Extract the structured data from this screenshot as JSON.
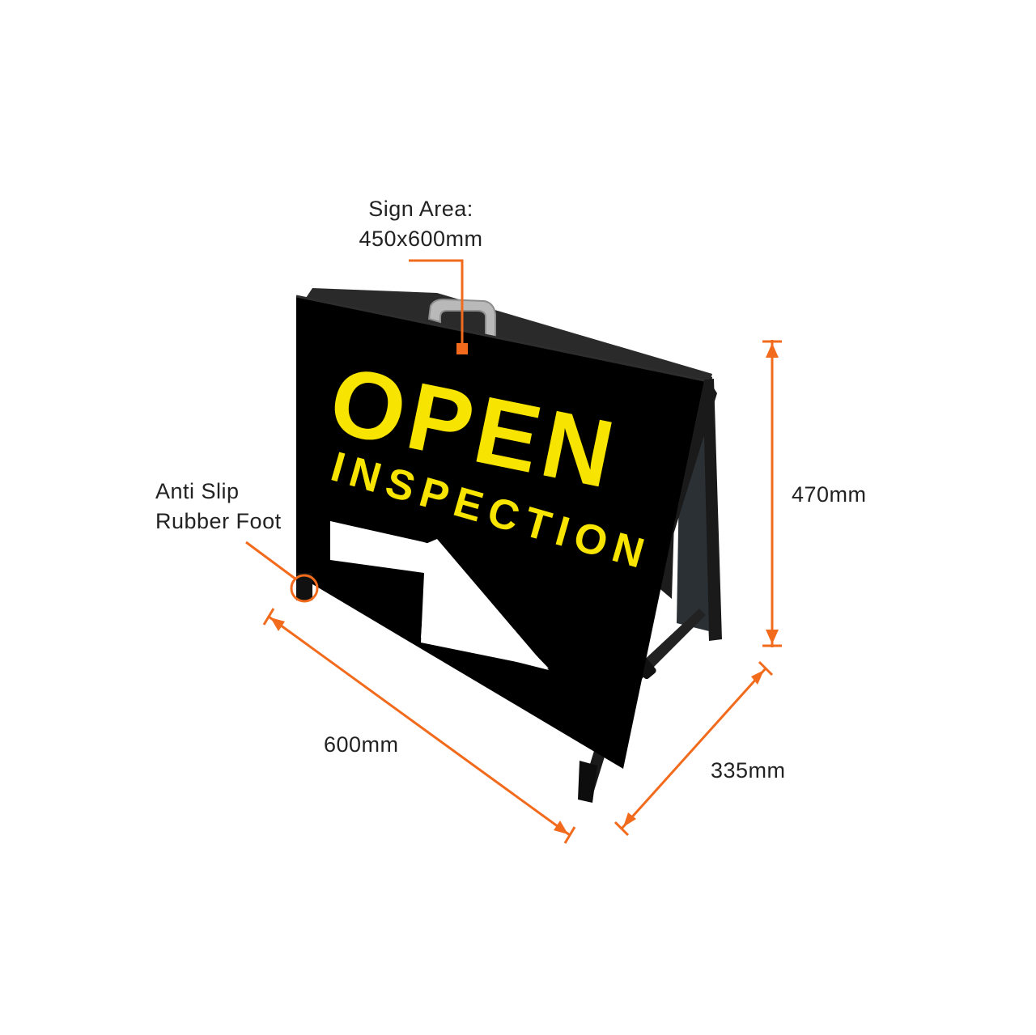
{
  "annotations": {
    "sign_area": {
      "line1": "Sign Area:",
      "line2": "450x600mm"
    },
    "rubber_foot": {
      "line1": "Anti Slip",
      "line2": "Rubber Foot"
    },
    "height": "470mm",
    "width": "600mm",
    "depth": "335mm"
  },
  "sign": {
    "headline": "OPEN",
    "subline": "INSPECTION",
    "arrow_icon": "arrow-down-right-icon"
  },
  "colors": {
    "annotation": "#f26b1d",
    "sign_panel": "#000000",
    "frame": "#1c1c1c",
    "sign_text": "#f7e400",
    "arrow": "#ffffff",
    "handle": "#b9b9b9"
  }
}
